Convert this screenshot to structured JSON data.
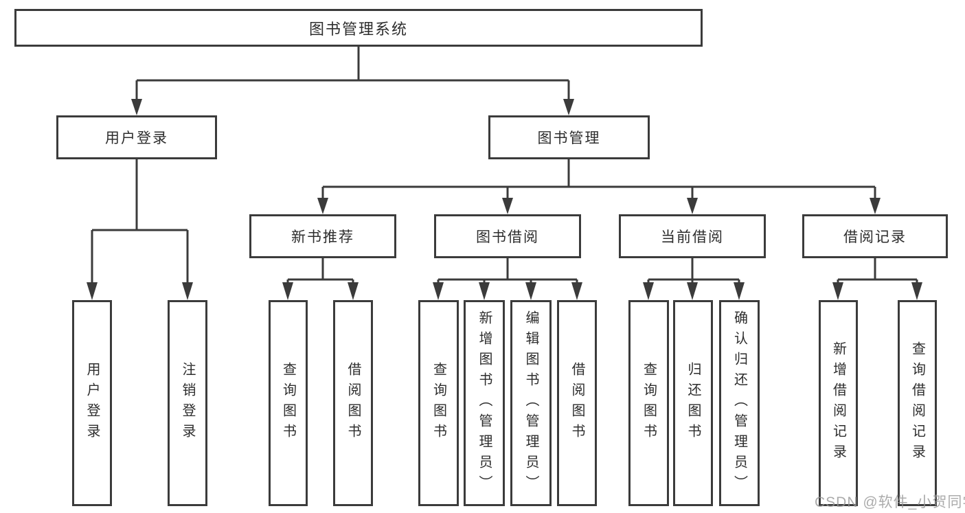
{
  "diagram": {
    "root": "图书管理系统",
    "branches": [
      {
        "label": "用户登录",
        "leaves": [
          "用户登录",
          "注销登录"
        ]
      },
      {
        "label": "图书管理",
        "sections": [
          {
            "label": "新书推荐",
            "leaves": [
              "查询图书",
              "借阅图书"
            ]
          },
          {
            "label": "图书借阅",
            "leaves": [
              "查询图书",
              "新增图书（管理员）",
              "编辑图书（管理员）",
              "借阅图书"
            ]
          },
          {
            "label": "当前借阅",
            "leaves": [
              "查询图书",
              "归还图书",
              "确认归还（管理员）"
            ]
          },
          {
            "label": "借阅记录",
            "leaves": [
              "新增借阅记录",
              "查询借阅记录"
            ]
          }
        ]
      }
    ]
  },
  "watermark": {
    "text": "CSDN @软件_小贺同学",
    "color": "#b5b5b5"
  },
  "colors": {
    "background": "#ffffff",
    "line": "#3b3b3b",
    "box_border": "#3b3b3b",
    "text": "#2d2d2d"
  }
}
